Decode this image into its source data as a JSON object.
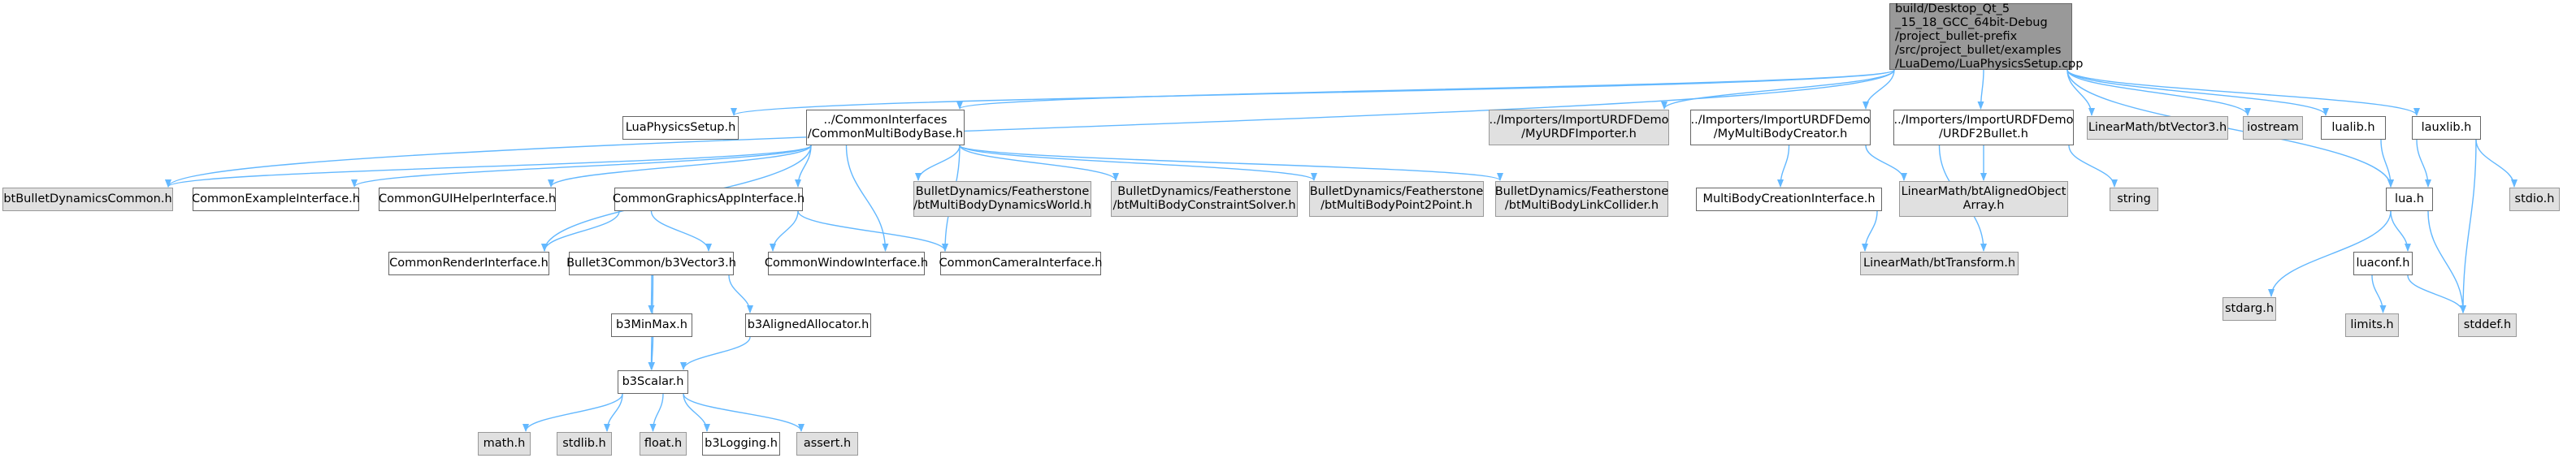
{
  "graph": {
    "colors": {
      "edge": "#63b8ff",
      "node_border": "#666666",
      "external_fill": "#e0e0e0",
      "root_fill": "#999999"
    },
    "nodes": [
      {
        "id": "root",
        "lines": [
          "build/Desktop_Qt_5",
          "_15_18_GCC_64bit-Debug",
          "/project_bullet-prefix",
          "/src/project_bullet/examples",
          "/LuaDemo/LuaPhysicsSetup.cpp"
        ],
        "kind": "root"
      },
      {
        "id": "luaphysicssetup",
        "lines": [
          "LuaPhysicsSetup.h"
        ],
        "kind": "file"
      },
      {
        "id": "commonmultibodybase",
        "lines": [
          "../CommonInterfaces",
          "/CommonMultiBodyBase.h"
        ],
        "kind": "file"
      },
      {
        "id": "myurdfimporter",
        "lines": [
          "../Importers/ImportURDFDemo",
          "/MyURDFImporter.h"
        ],
        "kind": "external"
      },
      {
        "id": "mymultibodycreator",
        "lines": [
          "../Importers/ImportURDFDemo",
          "/MyMultiBodyCreator.h"
        ],
        "kind": "file"
      },
      {
        "id": "urdf2bullet",
        "lines": [
          "../Importers/ImportURDFDemo",
          "/URDF2Bullet.h"
        ],
        "kind": "file"
      },
      {
        "id": "btvector3",
        "lines": [
          "LinearMath/btVector3.h"
        ],
        "kind": "external"
      },
      {
        "id": "iostream",
        "lines": [
          "iostream"
        ],
        "kind": "external"
      },
      {
        "id": "lualib",
        "lines": [
          "lualib.h"
        ],
        "kind": "file"
      },
      {
        "id": "lauxlib",
        "lines": [
          "lauxlib.h"
        ],
        "kind": "file"
      },
      {
        "id": "btbulletdynamicscommon",
        "lines": [
          "btBulletDynamicsCommon.h"
        ],
        "kind": "external"
      },
      {
        "id": "commonexampleinterface",
        "lines": [
          "CommonExampleInterface.h"
        ],
        "kind": "file"
      },
      {
        "id": "commonguihelperinterface",
        "lines": [
          "CommonGUIHelperInterface.h"
        ],
        "kind": "file"
      },
      {
        "id": "commongraphicsappinterface",
        "lines": [
          "CommonGraphicsAppInterface.h"
        ],
        "kind": "file"
      },
      {
        "id": "btmultibodydynamicsworld",
        "lines": [
          "BulletDynamics/Featherstone",
          "/btMultiBodyDynamicsWorld.h"
        ],
        "kind": "external"
      },
      {
        "id": "btmultibodyconstraintsolver",
        "lines": [
          "BulletDynamics/Featherstone",
          "/btMultiBodyConstraintSolver.h"
        ],
        "kind": "external"
      },
      {
        "id": "btmultibodypoint2point",
        "lines": [
          "BulletDynamics/Featherstone",
          "/btMultiBodyPoint2Point.h"
        ],
        "kind": "external"
      },
      {
        "id": "btmultibodylinkcollider",
        "lines": [
          "BulletDynamics/Featherstone",
          "/btMultiBodyLinkCollider.h"
        ],
        "kind": "external"
      },
      {
        "id": "multibodycreationinterface",
        "lines": [
          "MultiBodyCreationInterface.h"
        ],
        "kind": "file"
      },
      {
        "id": "btalignedobjectarray",
        "lines": [
          "LinearMath/btAlignedObject",
          "Array.h"
        ],
        "kind": "external"
      },
      {
        "id": "string",
        "lines": [
          "string"
        ],
        "kind": "external"
      },
      {
        "id": "luah",
        "lines": [
          "lua.h"
        ],
        "kind": "file"
      },
      {
        "id": "stdio",
        "lines": [
          "stdio.h"
        ],
        "kind": "external"
      },
      {
        "id": "commonrenderinterface",
        "lines": [
          "CommonRenderInterface.h"
        ],
        "kind": "file"
      },
      {
        "id": "b3vector3",
        "lines": [
          "Bullet3Common/b3Vector3.h"
        ],
        "kind": "file"
      },
      {
        "id": "commonwindowinterface",
        "lines": [
          "CommonWindowInterface.h"
        ],
        "kind": "file"
      },
      {
        "id": "commoncamerainterface",
        "lines": [
          "CommonCameraInterface.h"
        ],
        "kind": "file"
      },
      {
        "id": "bttransform",
        "lines": [
          "LinearMath/btTransform.h"
        ],
        "kind": "external"
      },
      {
        "id": "stdarg",
        "lines": [
          "stdarg.h"
        ],
        "kind": "external"
      },
      {
        "id": "luaconf",
        "lines": [
          "luaconf.h"
        ],
        "kind": "file"
      },
      {
        "id": "b3minmax",
        "lines": [
          "b3MinMax.h"
        ],
        "kind": "file"
      },
      {
        "id": "b3alignedallocator",
        "lines": [
          "b3AlignedAllocator.h"
        ],
        "kind": "file"
      },
      {
        "id": "limits",
        "lines": [
          "limits.h"
        ],
        "kind": "external"
      },
      {
        "id": "stddef",
        "lines": [
          "stddef.h"
        ],
        "kind": "external"
      },
      {
        "id": "b3scalar",
        "lines": [
          "b3Scalar.h"
        ],
        "kind": "file"
      },
      {
        "id": "mathh",
        "lines": [
          "math.h"
        ],
        "kind": "external"
      },
      {
        "id": "stdlib",
        "lines": [
          "stdlib.h"
        ],
        "kind": "external"
      },
      {
        "id": "float",
        "lines": [
          "float.h"
        ],
        "kind": "external"
      },
      {
        "id": "b3logging",
        "lines": [
          "b3Logging.h"
        ],
        "kind": "file"
      },
      {
        "id": "assert",
        "lines": [
          "assert.h"
        ],
        "kind": "external"
      }
    ],
    "edges": [
      [
        "root",
        "luaphysicssetup"
      ],
      [
        "root",
        "commonmultibodybase"
      ],
      [
        "root",
        "myurdfimporter"
      ],
      [
        "root",
        "mymultibodycreator"
      ],
      [
        "root",
        "urdf2bullet"
      ],
      [
        "root",
        "btvector3"
      ],
      [
        "root",
        "iostream"
      ],
      [
        "root",
        "lualib"
      ],
      [
        "root",
        "lauxlib"
      ],
      [
        "root",
        "luah"
      ],
      [
        "root",
        "btbulletdynamicscommon"
      ],
      [
        "commonmultibodybase",
        "btbulletdynamicscommon"
      ],
      [
        "commonmultibodybase",
        "commonexampleinterface"
      ],
      [
        "commonmultibodybase",
        "commonguihelperinterface"
      ],
      [
        "commonmultibodybase",
        "commongraphicsappinterface"
      ],
      [
        "commonmultibodybase",
        "commonrenderinterface"
      ],
      [
        "commonmultibodybase",
        "commonwindowinterface"
      ],
      [
        "commonmultibodybase",
        "commoncamerainterface"
      ],
      [
        "commonmultibodybase",
        "btmultibodydynamicsworld"
      ],
      [
        "commonmultibodybase",
        "btmultibodyconstraintsolver"
      ],
      [
        "commonmultibodybase",
        "btmultibodypoint2point"
      ],
      [
        "commonmultibodybase",
        "btmultibodylinkcollider"
      ],
      [
        "commongraphicsappinterface",
        "commonrenderinterface"
      ],
      [
        "commongraphicsappinterface",
        "b3vector3"
      ],
      [
        "commongraphicsappinterface",
        "commonwindowinterface"
      ],
      [
        "commongraphicsappinterface",
        "commoncamerainterface"
      ],
      [
        "b3vector3",
        "b3minmax"
      ],
      [
        "b3vector3",
        "b3alignedallocator"
      ],
      [
        "b3vector3",
        "b3scalar"
      ],
      [
        "b3minmax",
        "b3scalar"
      ],
      [
        "b3alignedallocator",
        "b3scalar"
      ],
      [
        "b3scalar",
        "mathh"
      ],
      [
        "b3scalar",
        "stdlib"
      ],
      [
        "b3scalar",
        "float"
      ],
      [
        "b3scalar",
        "b3logging"
      ],
      [
        "b3scalar",
        "assert"
      ],
      [
        "mymultibodycreator",
        "multibodycreationinterface"
      ],
      [
        "mymultibodycreator",
        "btalignedobjectarray"
      ],
      [
        "multibodycreationinterface",
        "bttransform"
      ],
      [
        "urdf2bullet",
        "btalignedobjectarray"
      ],
      [
        "urdf2bullet",
        "string"
      ],
      [
        "urdf2bullet",
        "bttransform"
      ],
      [
        "lualib",
        "luah"
      ],
      [
        "lauxlib",
        "luah"
      ],
      [
        "lauxlib",
        "stdio"
      ],
      [
        "lauxlib",
        "stddef"
      ],
      [
        "luah",
        "stdarg"
      ],
      [
        "luah",
        "luaconf"
      ],
      [
        "luah",
        "stddef"
      ],
      [
        "luaconf",
        "limits"
      ],
      [
        "luaconf",
        "stddef"
      ]
    ]
  }
}
